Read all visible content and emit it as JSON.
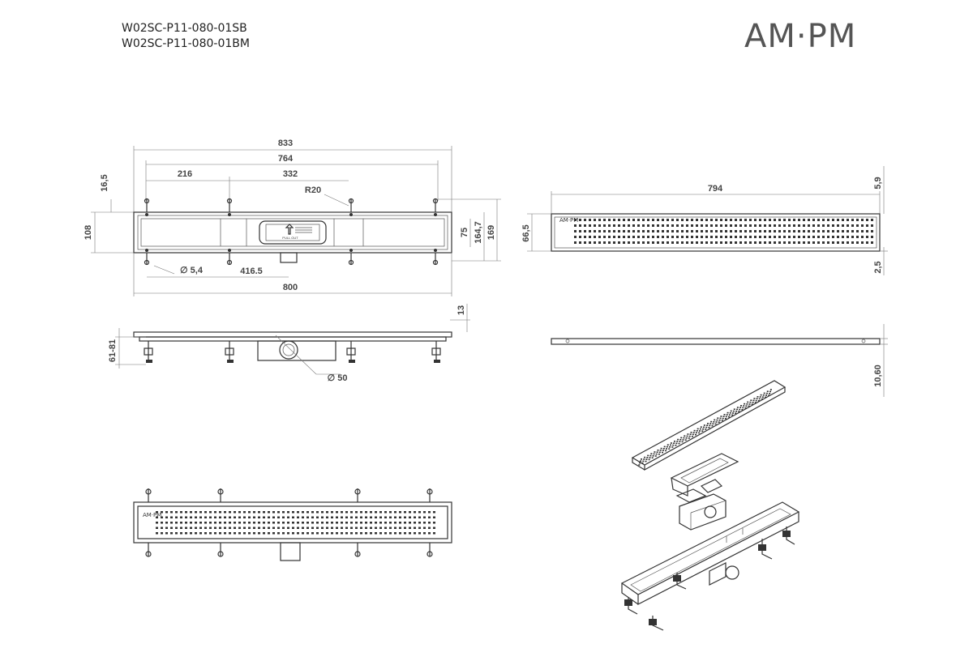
{
  "header": {
    "codes": [
      "W02SC-P11-080-01SB",
      "W02SC-P11-080-01BM"
    ],
    "brand": "AM·PM"
  },
  "top_view": {
    "dim_833": "833",
    "dim_764": "764",
    "dim_216": "216",
    "dim_332": "332",
    "dim_r20": "R20",
    "dim_165": "16,5",
    "dim_108": "108",
    "dim_75": "75",
    "dim_1647": "164,7",
    "dim_169": "169",
    "dim_54": "∅ 5,4",
    "dim_4165": "416.5",
    "dim_800": "800",
    "label_pullout": "PULL OUT"
  },
  "side_view": {
    "dim_13": "13",
    "dim_6181": "61-81",
    "dim_50": "∅ 50"
  },
  "grate_view": {
    "dim_794": "794",
    "dim_59": "5,9",
    "dim_665": "66,5",
    "dim_25": "2,5",
    "logo": "AM·PM"
  },
  "grate_side_view": {
    "dim_1060": "10,60"
  },
  "assembled_view": {
    "logo": "AM·PM"
  }
}
